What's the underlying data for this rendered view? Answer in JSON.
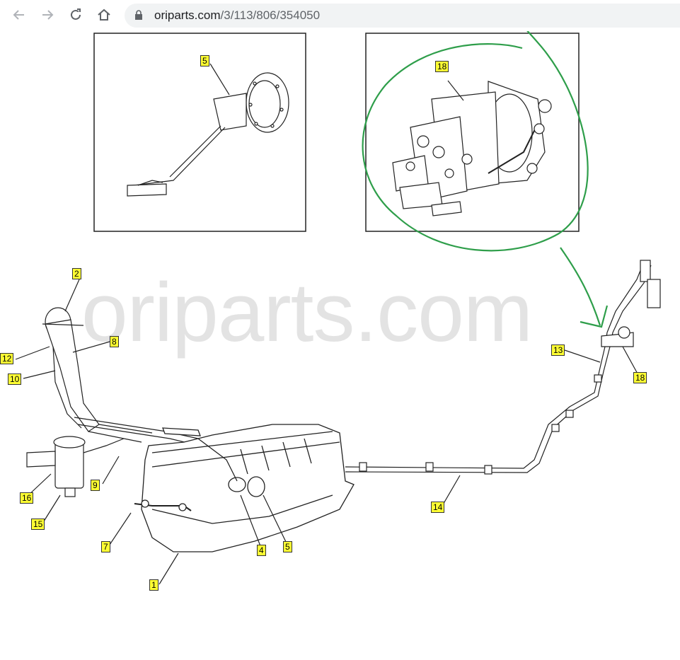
{
  "browser": {
    "url_host": "oriparts.com",
    "url_path": "/3/113/806/354050"
  },
  "watermark": "oriparts.com",
  "callouts": [
    {
      "num": "5"
    },
    {
      "num": "18"
    },
    {
      "num": "2"
    },
    {
      "num": "8"
    },
    {
      "num": "12"
    },
    {
      "num": "10"
    },
    {
      "num": "9"
    },
    {
      "num": "16"
    },
    {
      "num": "15"
    },
    {
      "num": "7"
    },
    {
      "num": "4"
    },
    {
      "num": "5"
    },
    {
      "num": "1"
    },
    {
      "num": "14"
    },
    {
      "num": "13"
    },
    {
      "num": "18"
    }
  ],
  "colors": {
    "callout_fill": "#ffff33",
    "annotation_green": "#2e9e4a",
    "line": "#222222"
  }
}
